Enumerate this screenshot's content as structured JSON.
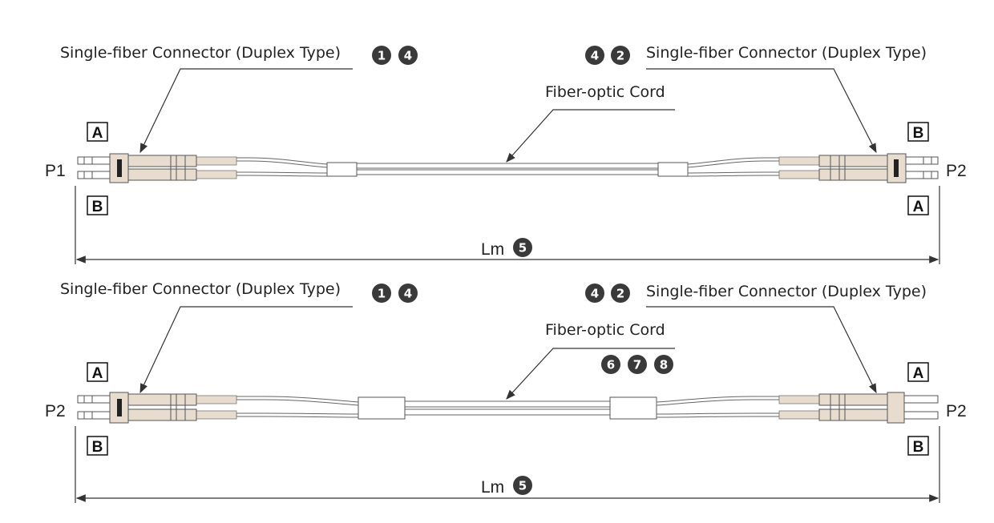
{
  "diagrams": [
    {
      "left_connector_label": "Single-fiber Connector (Duplex Type)",
      "left_badges": [
        "1",
        "4"
      ],
      "right_connector_label": "Single-fiber Connector (Duplex Type)",
      "right_badges": [
        "4",
        "2"
      ],
      "cord_label": "Fiber-optic Cord",
      "cord_badges": [],
      "left_port": "P1",
      "right_port": "P2",
      "left_top_box": "A",
      "left_bottom_box": "B",
      "right_top_box": "B",
      "right_bottom_box": "A",
      "length_label": "Lm",
      "length_badge": "5"
    },
    {
      "left_connector_label": "Single-fiber Connector (Duplex Type)",
      "left_badges": [
        "1",
        "4"
      ],
      "right_connector_label": "Single-fiber Connector (Duplex Type)",
      "right_badges": [
        "4",
        "2"
      ],
      "cord_label": "Fiber-optic Cord",
      "cord_badges": [
        "6",
        "7",
        "8"
      ],
      "left_port": "P2",
      "right_port": "P2",
      "left_top_box": "A",
      "left_bottom_box": "B",
      "right_top_box": "A",
      "right_bottom_box": "B",
      "length_label": "Lm",
      "length_badge": "5"
    }
  ],
  "colors": {
    "connector": "#e8dccf",
    "badge": "#3a3a3a",
    "line": "#333333"
  }
}
